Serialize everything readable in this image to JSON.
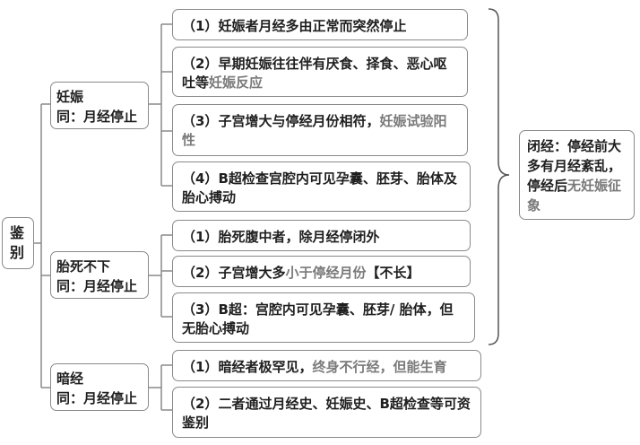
{
  "root": {
    "label": "鉴别"
  },
  "categories": [
    {
      "title": "妊娠",
      "subtitle": "同：月经停止",
      "items": [
        {
          "num": "（1）",
          "text": "妊娠者月经多由正常而突然停止",
          "gray": ""
        },
        {
          "num": "（2）",
          "text": "早期妊娠往往伴有厌食、择食、恶心呕吐等",
          "gray": "妊娠反应"
        },
        {
          "num": "（3）",
          "text": "子宫增大与停经月份相符，",
          "gray": "妊娠试验阳性"
        },
        {
          "num": "（4）",
          "text": "B超检查宫腔内可见孕囊、胚芽、胎体及胎心搏动",
          "gray": ""
        }
      ]
    },
    {
      "title": "胎死不下",
      "subtitle": "同：月经停止",
      "items": [
        {
          "num": "（1）",
          "text": "胎死腹中者，除月经停闭外",
          "gray": ""
        },
        {
          "num": "（2）",
          "text": "子宫增大多",
          "gray": "小于停经月份",
          "tail": "【不长】"
        },
        {
          "num": "（3）",
          "text": "B超：宫腔内可见孕囊、胚芽/ 胎体，但无胎心搏动",
          "gray": ""
        }
      ]
    },
    {
      "title": "暗经",
      "subtitle": "同：月经停止",
      "items": [
        {
          "num": "（1）",
          "text": "暗经者极罕见，",
          "gray": "终身不行经，但能生育"
        },
        {
          "num": "（2）",
          "text": "二者通过月经史、妊娠史、B超检查等可资鉴别",
          "gray": ""
        }
      ]
    }
  ],
  "summary": {
    "text": "闭经：停经前大多有月经紊乱，停经后",
    "gray": "无妊娠征象"
  }
}
